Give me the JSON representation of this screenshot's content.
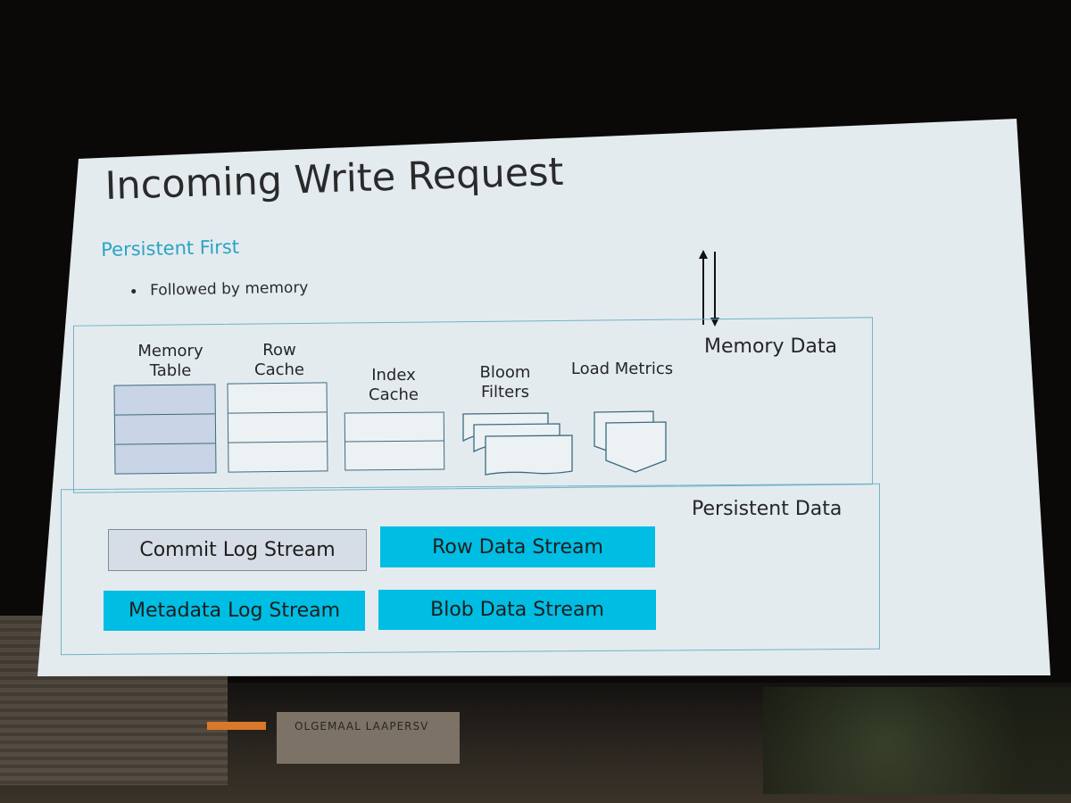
{
  "slide": {
    "title": "Incoming Write Request",
    "subtitle": "Persistent First",
    "bullet": "Followed by memory"
  },
  "memory_region": {
    "label": "Memory Data",
    "components": {
      "memory_table": "Memory\nTable",
      "row_cache": "Row\nCache",
      "index_cache": "Index\nCache",
      "bloom_filters": "Bloom\nFilters",
      "load_metrics": "Load Metrics"
    }
  },
  "persistent_region": {
    "label": "Persistent Data",
    "streams": {
      "commit_log": "Commit Log Stream",
      "row_data": "Row Data Stream",
      "metadata_log": "Metadata Log Stream",
      "blob_data": "Blob Data Stream"
    }
  },
  "background": {
    "wall_text": "OLGEMAAL LAAPERSV"
  },
  "colors": {
    "accent": "#00bde3",
    "subtitle": "#2aa4c4",
    "slide_bg": "#e4ebef",
    "region_border": "#6fb3c8",
    "memory_table_fill": "#c9d4e6"
  },
  "icons": [
    "up-arrow-icon",
    "down-arrow-icon",
    "bloom-filter-docs-icon",
    "load-metrics-docs-icon"
  ]
}
